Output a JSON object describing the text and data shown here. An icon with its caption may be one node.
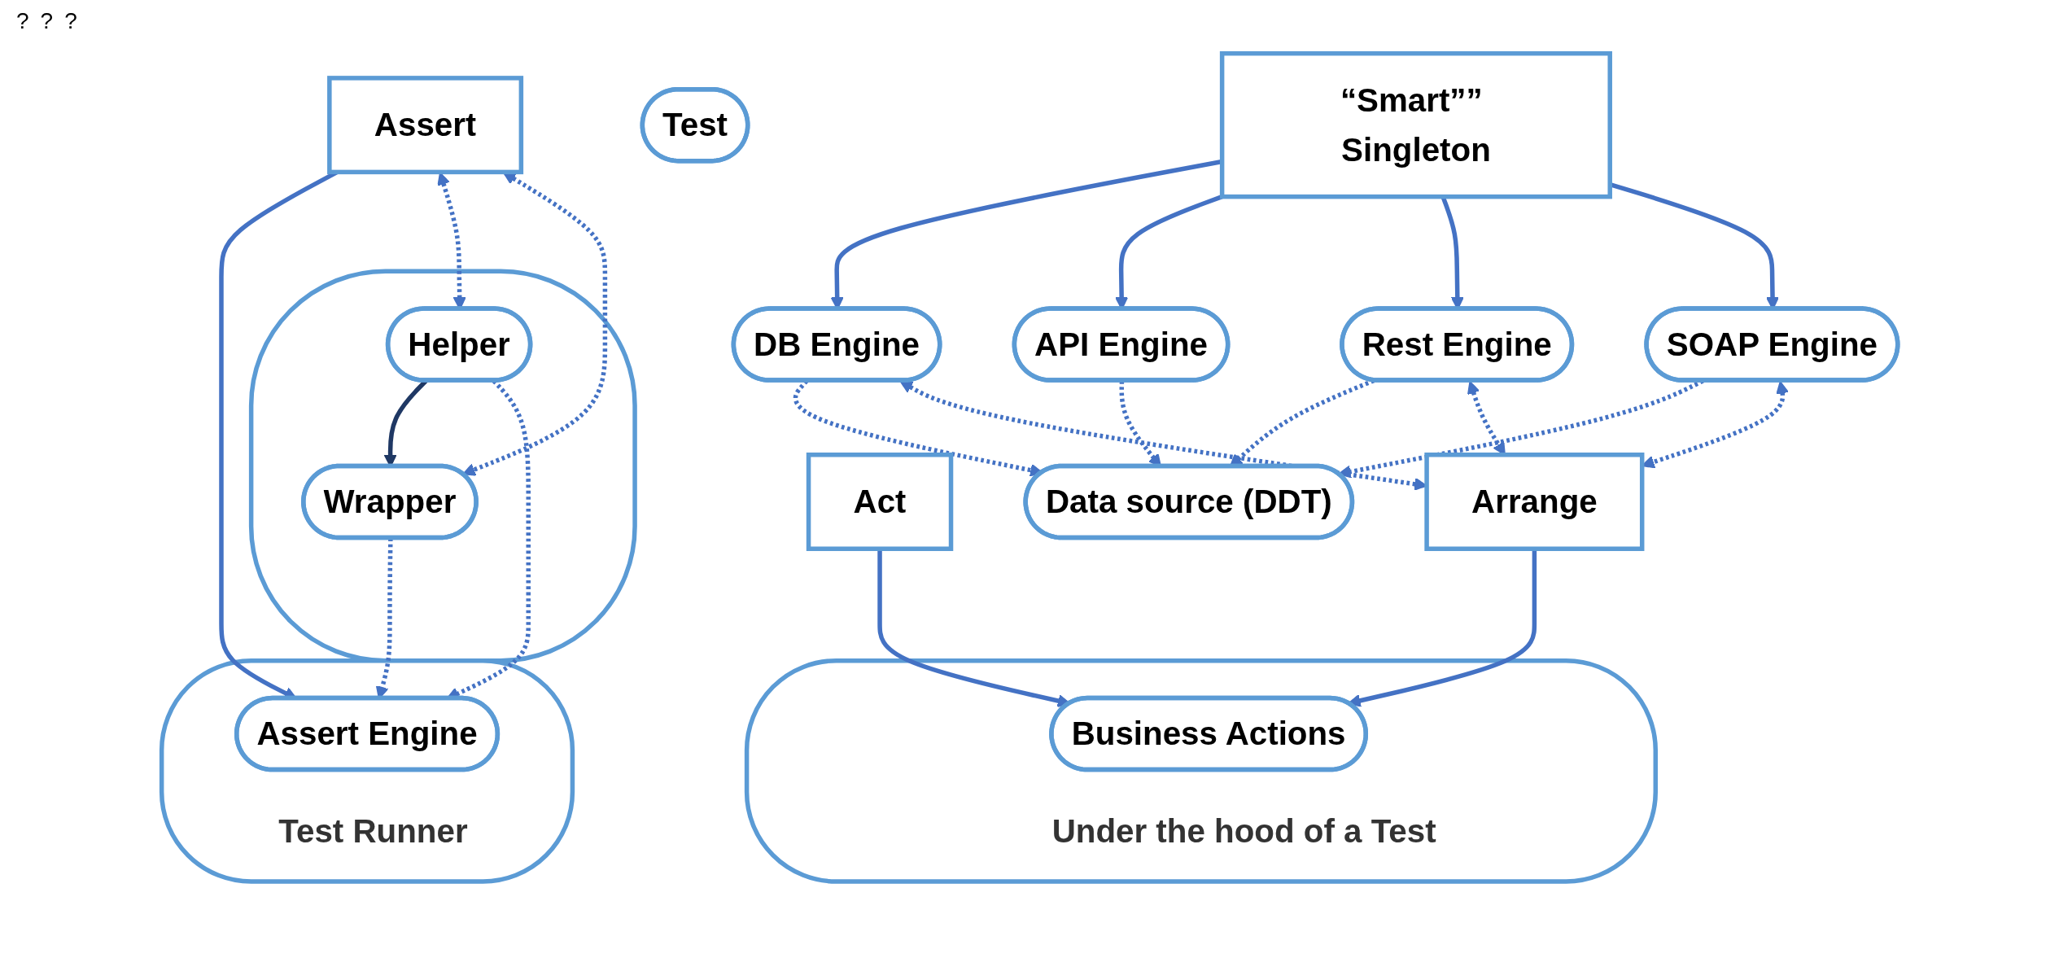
{
  "diagram": {
    "nodes": [
      {
        "text": [
          "“Smart”” Singleton"
        ]
      },
      {
        "text": [
          "DB Engine"
        ]
      },
      {
        "text": [
          "API Engine"
        ]
      },
      {
        "text": [
          "Rest Engine"
        ]
      },
      {
        "text": [
          "SOAP Engine"
        ]
      },
      {
        "text": [
          "Data source (DDT)"
        ]
      },
      {
        "text": [
          "Test"
        ]
      },
      {
        "text": [
          "Arrange"
        ]
      },
      {
        "text": [
          "Act"
        ]
      },
      {
        "text": [
          "Assert"
        ]
      },
      {
        "text": [
          "Under the hood of a Test"
        ]
      },
      {
        "text": [
          "Business Actions"
        ],
        "in": 10
      },
      {
        "text": [
          "Test Runner"
        ]
      },
      {
        "text": [
          "Assert Engine"
        ],
        "in": 12
      },
      {
        "text": [],
        "shape": "ellipse"
      },
      {
        "text": [
          "Helper"
        ],
        "in": 14
      },
      {
        "text": [
          "Wrapper"
        ],
        "in": 14
      }
    ],
    "edges": [
      {
        "from": 0,
        "to": 1,
        "arrow": "to"
      },
      {
        "from": 0,
        "to": 2,
        "arrow": "to"
      },
      {
        "from": 0,
        "to": 3,
        "arrow": "to"
      },
      {
        "from": 0,
        "to": 4,
        "arrow": "to"
      },
      {
        "from": 1,
        "to": 5,
        "arrow": "to",
        "style": "dashed"
      },
      {
        "from": 2,
        "to": 5,
        "arrow": "to",
        "style": "dashed"
      },
      {
        "from": 3,
        "to": 5,
        "arrow": "to",
        "style": "dashed"
      },
      {
        "from": 4,
        "to": 5,
        "arrow": "to",
        "style": "dashed"
      },
      {
        "from": 1,
        "to": 7,
        "arrow": "both",
        "style": "dashed"
      },
      {
        "from": 3,
        "to": 7,
        "arrow": "both",
        "style": "dashed"
      },
      {
        "from": 4,
        "to": 7,
        "arrow": "both",
        "style": "dashed"
      },
      {
        "from": 7,
        "to": 11,
        "arrow": "to"
      },
      {
        "from": 8,
        "to": 11,
        "arrow": "to"
      },
      {
        "from": 9,
        "to": 13,
        "arrow": "to"
      },
      {
        "from": 9,
        "to": 15,
        "arrow": "both",
        "style": "dashed"
      },
      {
        "from": 9,
        "to": 16,
        "arrow": "both",
        "style": "dashed"
      },
      {
        "from": 15,
        "to": 16,
        "arrow": "to",
        "color": "#1f3864"
      },
      {
        "from": 15,
        "to": 13,
        "arrow": "to",
        "style": "dashed"
      },
      {
        "from": 16,
        "to": 13,
        "arrow": "to",
        "style": "dashed"
      }
    ],
    "labels": [
      "?",
      "?",
      "?"
    ]
  }
}
